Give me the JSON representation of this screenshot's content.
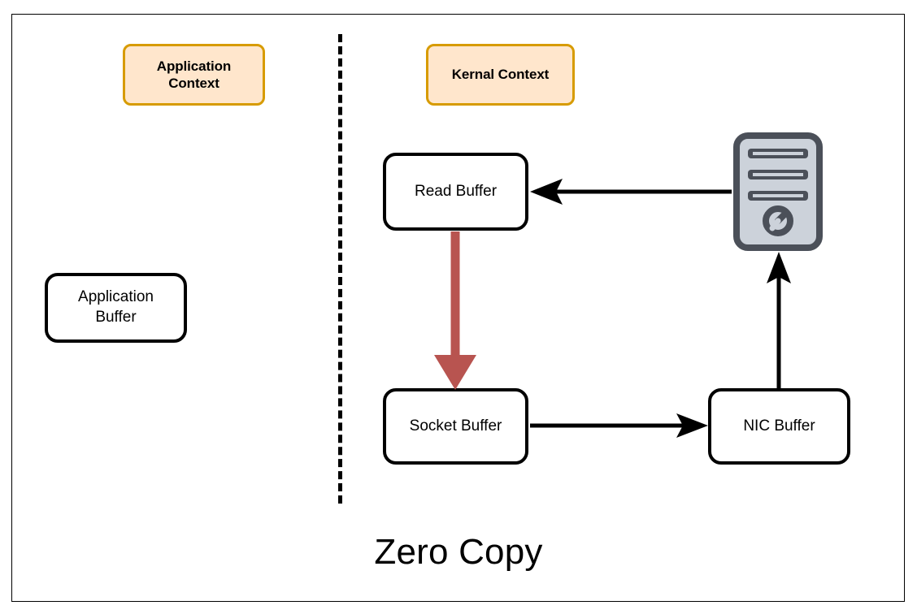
{
  "diagram": {
    "title": "Zero Copy",
    "border_color": "#000000",
    "background": "#ffffff",
    "contexts": [
      {
        "id": "application-context",
        "label": "Application\nContext",
        "label_line1": "Application",
        "label_line2": "Context",
        "fill": "#ffe6cc",
        "stroke": "#d79b00"
      },
      {
        "id": "kernel-context",
        "label": "Kernal Context",
        "fill": "#ffe6cc",
        "stroke": "#d79b00"
      }
    ],
    "divider": {
      "name": "context-divider",
      "style": "dashed",
      "color": "#000000"
    },
    "nodes": [
      {
        "id": "application-buffer",
        "label": "Application\nBuffer",
        "label_line1": "Application",
        "label_line2": "Buffer",
        "fill": "#ffffff",
        "stroke": "#000000"
      },
      {
        "id": "read-buffer",
        "label": "Read Buffer",
        "fill": "#ffffff",
        "stroke": "#000000"
      },
      {
        "id": "socket-buffer",
        "label": "Socket Buffer",
        "fill": "#ffffff",
        "stroke": "#000000"
      },
      {
        "id": "nic-buffer",
        "label": "NIC Buffer",
        "fill": "#ffffff",
        "stroke": "#000000"
      }
    ],
    "icons": [
      {
        "id": "server-icon",
        "name": "server-icon",
        "body_fill": "#ccd2da",
        "body_stroke": "#4b5059",
        "slot_fill": "#4b5059"
      }
    ],
    "edges": [
      {
        "id": "server-to-read-buffer",
        "from": "server-icon",
        "to": "read-buffer",
        "color": "#000000",
        "direction": "left"
      },
      {
        "id": "read-buffer-to-socket-buffer",
        "from": "read-buffer",
        "to": "socket-buffer",
        "color": "#b85450",
        "direction": "down"
      },
      {
        "id": "socket-buffer-to-nic-buffer",
        "from": "socket-buffer",
        "to": "nic-buffer",
        "color": "#000000",
        "direction": "right"
      },
      {
        "id": "nic-buffer-to-server",
        "from": "nic-buffer",
        "to": "server-icon",
        "color": "#000000",
        "direction": "up"
      }
    ]
  }
}
